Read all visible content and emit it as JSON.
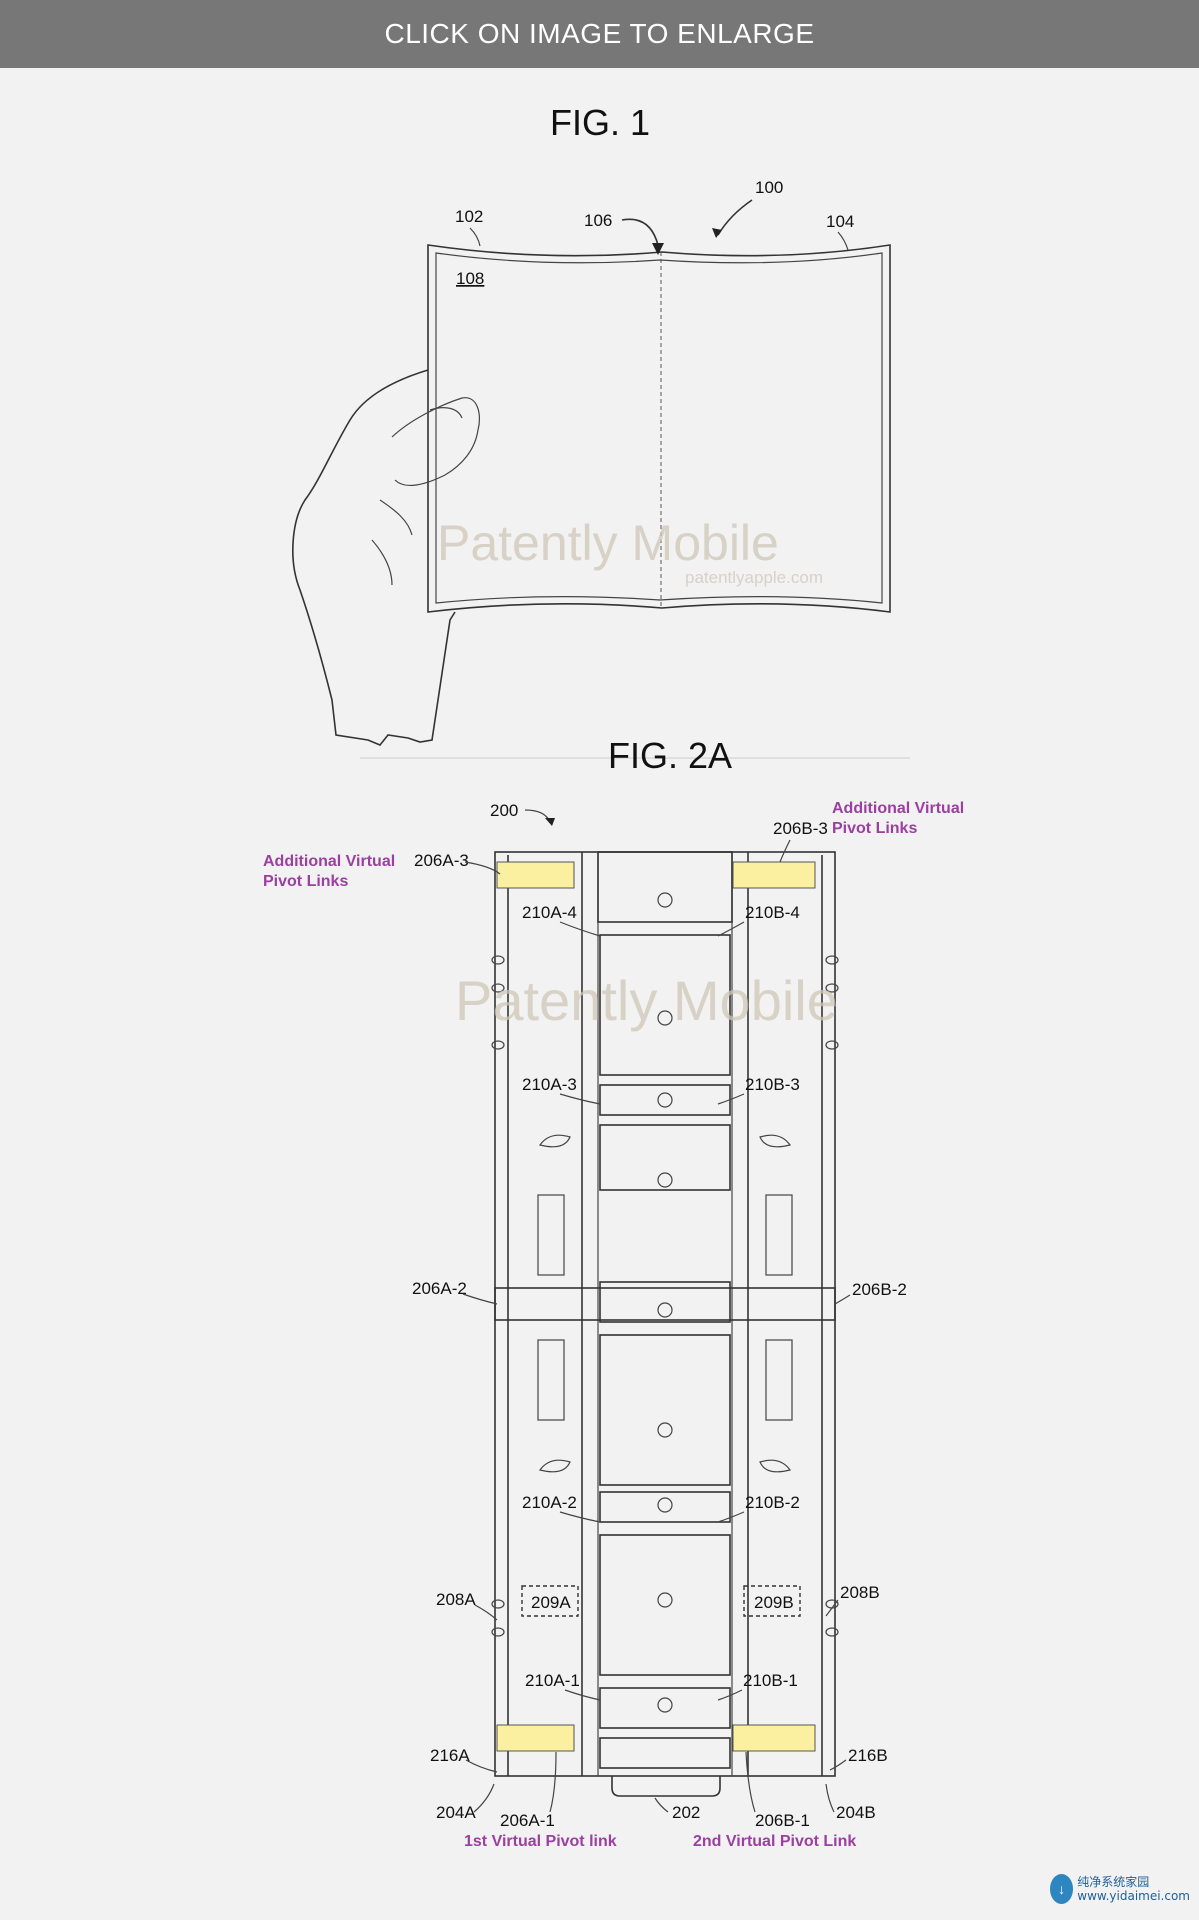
{
  "banner": {
    "label": "CLICK ON IMAGE TO ENLARGE"
  },
  "fig1": {
    "title": "FIG. 1",
    "labels": {
      "device": "100",
      "panel_left": "102",
      "panel_right": "104",
      "hinge": "106",
      "display": "108"
    },
    "watermark": "Patently Mobile",
    "watermark_url": "patentlyapple.com"
  },
  "fig2a": {
    "title": "FIG. 2A",
    "labels": {
      "assembly": "200",
      "l206a3": "206A-3",
      "l206b3": "206B-3",
      "l210a4": "210A-4",
      "l210b4": "210B-4",
      "l210a3": "210A-3",
      "l210b3": "210B-3",
      "l206a2": "206A-2",
      "l206b2": "206B-2",
      "l210a2": "210A-2",
      "l210b2": "210B-2",
      "l208a": "208A",
      "l208b": "208B",
      "l209a": "209A",
      "l209b": "209B",
      "l210a1": "210A-1",
      "l210b1": "210B-1",
      "l216a": "216A",
      "l216b": "216B",
      "l204a": "204A",
      "l204b": "204B",
      "l206a1": "206A-1",
      "l206b1": "206B-1",
      "l202": "202"
    },
    "annotations": {
      "left_top_1": "Additional Virtual",
      "left_top_2": "Pivot Links",
      "right_top_1": "Additional Virtual",
      "right_top_2": "Pivot Links",
      "first_link": "1st Virtual Pivot link",
      "second_link": "2nd Virtual Pivot Link"
    },
    "watermark": "Patently Mobile",
    "highlight_color": "#faf0a0",
    "annotation_color": "#9b3fa0"
  },
  "site_logo": {
    "text": "纯净系统家园",
    "url": "www.yidaimei.com"
  }
}
